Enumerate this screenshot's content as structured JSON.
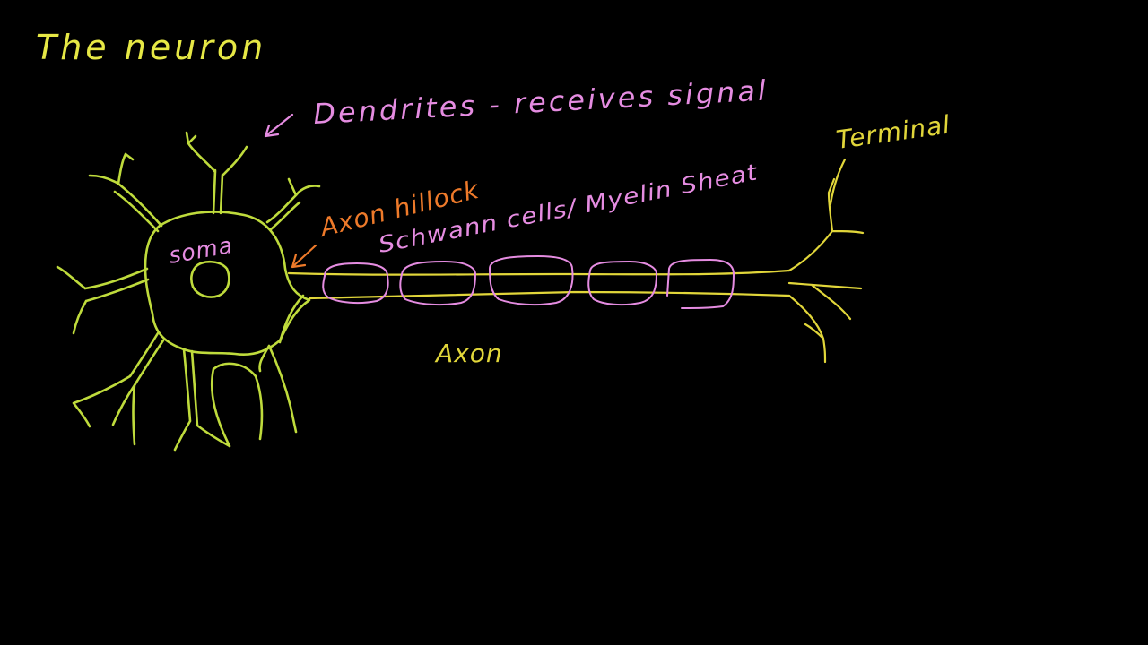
{
  "title": "The neuron",
  "labels": {
    "dendrites": "Dendrites - receives signal",
    "terminal": "Terminal",
    "axon_hillock": "Axon hillock",
    "schwann": "Schwann cells/ Myelin Sheat",
    "soma": "soma",
    "axon": "Axon"
  },
  "colors": {
    "background": "#000000",
    "title": "#E6E845",
    "neuron": "#BFDB3C",
    "axon_yellow": "#E1D63A",
    "myelin": "#E58CE1",
    "hillock": "#EE7A2A"
  }
}
